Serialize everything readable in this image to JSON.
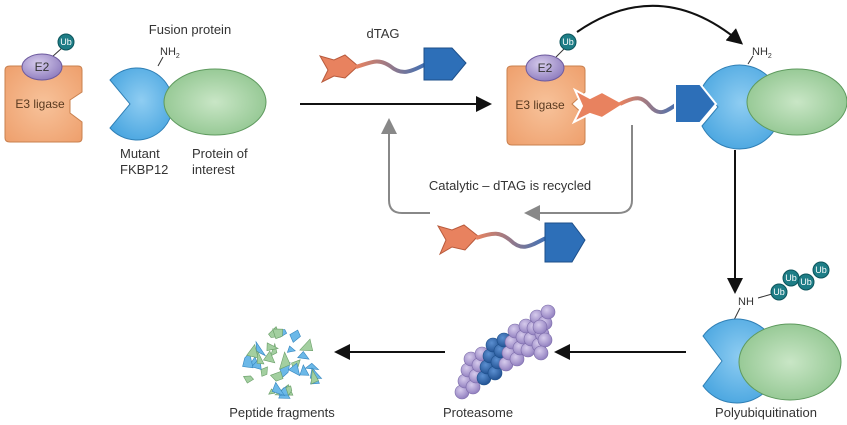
{
  "labels": {
    "fusion_protein": "Fusion protein",
    "nh2": "NH2",
    "nh": "NH",
    "mutant_fkbp12_line1": "Mutant",
    "mutant_fkbp12_line2": "FKBP12",
    "protein_of_interest_line1": "Protein of",
    "protein_of_interest_line2": "interest",
    "e3_ligase": "E3 ligase",
    "e2": "E2",
    "ub": "Ub",
    "dtag": "dTAG",
    "catalytic": "Catalytic – dTAG is recycled",
    "peptide_fragments": "Peptide fragments",
    "proteasome": "Proteasome",
    "polyubiquitination": "Polyubiquitination"
  },
  "colors": {
    "e3": "#f0a877",
    "e2": "#a68cc8",
    "ub": "#1e7d86",
    "fkbp": "#58b0e6",
    "poi": "#9fcf9f",
    "ligand": "#e8825f",
    "dtag_blue": "#2d6fb8",
    "recycle": "#888888"
  }
}
